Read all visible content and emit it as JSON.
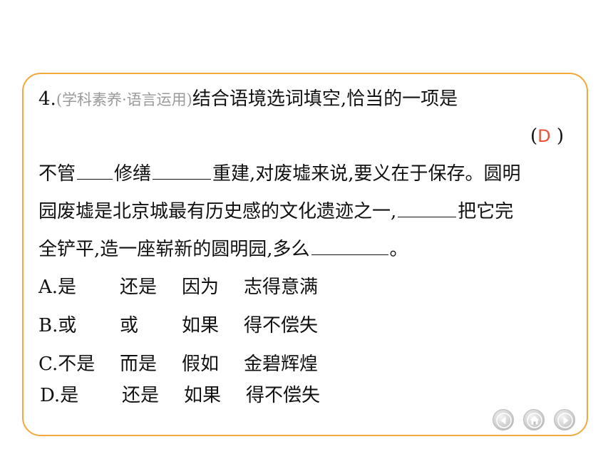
{
  "question": {
    "number": "4.",
    "tag": "(学科素养·语言运用)",
    "prompt": "结合语境选词填空,恰当的一项是",
    "answer_open": "(",
    "answer": "D",
    "answer_close": " )",
    "passage": {
      "seg1": "不管",
      "seg2": "修缮",
      "seg3": "重建,对废墟来说,要义在于保存。圆明",
      "seg4": "园废墟是北京城最有历史感的文化遗迹之一,",
      "seg5": "把它完",
      "seg6": "全铲平,造一座崭新的圆明园,多么",
      "seg7": "。"
    }
  },
  "options": [
    {
      "label": "A.",
      "w1": "是",
      "w2": "还是",
      "w3": "因为",
      "w4": "志得意满"
    },
    {
      "label": "B.",
      "w1": "或",
      "w2": "或",
      "w3": "如果",
      "w4": "得不偿失"
    },
    {
      "label": "C.",
      "w1": "不是",
      "w2": "而是",
      "w3": "假如",
      "w4": "金碧辉煌"
    },
    {
      "label": "D.",
      "w1": "是",
      "w2": "还是",
      "w3": "如果",
      "w4": "得不偿失"
    }
  ],
  "colors": {
    "border": "#f0a93a",
    "answer": "#e8523a",
    "tag": "#9a9a9a"
  },
  "nav": {
    "prev_icon": "arrow-left-icon",
    "home_icon": "home-icon",
    "next_icon": "arrow-right-icon"
  }
}
